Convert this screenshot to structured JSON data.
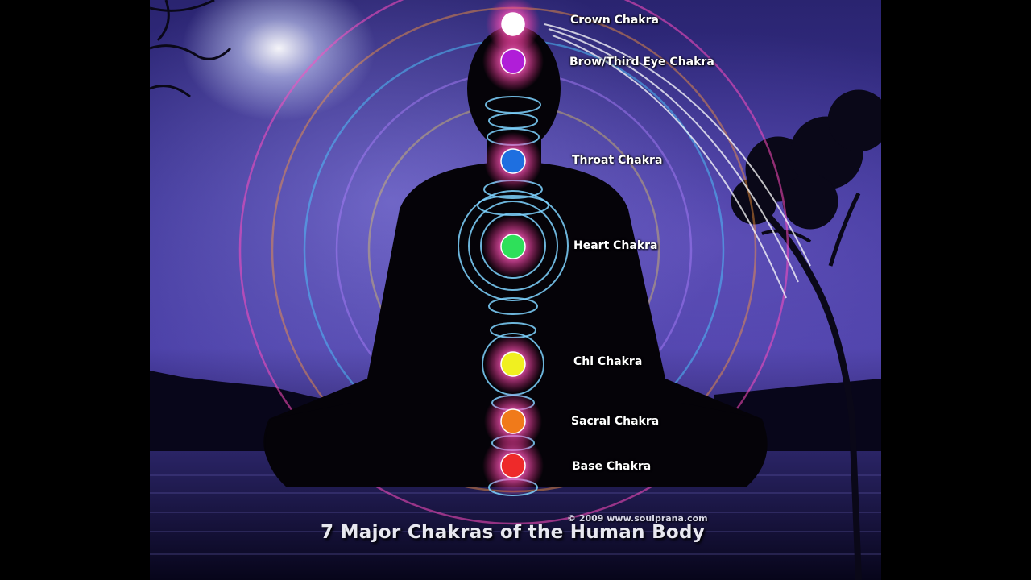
{
  "image": {
    "caption": "7 Major Chakras of the Human Body",
    "copyright": "© 2009 www.soulprana.com"
  },
  "chakras": [
    {
      "label": "Crown Chakra",
      "color": "#ffffff"
    },
    {
      "label": "Brow/Third Eye Chakra",
      "color": "#b01ed8"
    },
    {
      "label": "Throat Chakra",
      "color": "#1e6fe0"
    },
    {
      "label": "Heart Chakra",
      "color": "#2ee05a"
    },
    {
      "label": "Chi Chakra",
      "color": "#f0f020"
    },
    {
      "label": "Sacral Chakra",
      "color": "#f07a1a"
    },
    {
      "label": "Base Chakra",
      "color": "#ee2a2a"
    }
  ],
  "colors": {
    "background": "#000000",
    "sky": "#3c3495",
    "silhouette": "#050308",
    "glow": "#ff3ca8",
    "spiral": "#7fd4ff"
  }
}
